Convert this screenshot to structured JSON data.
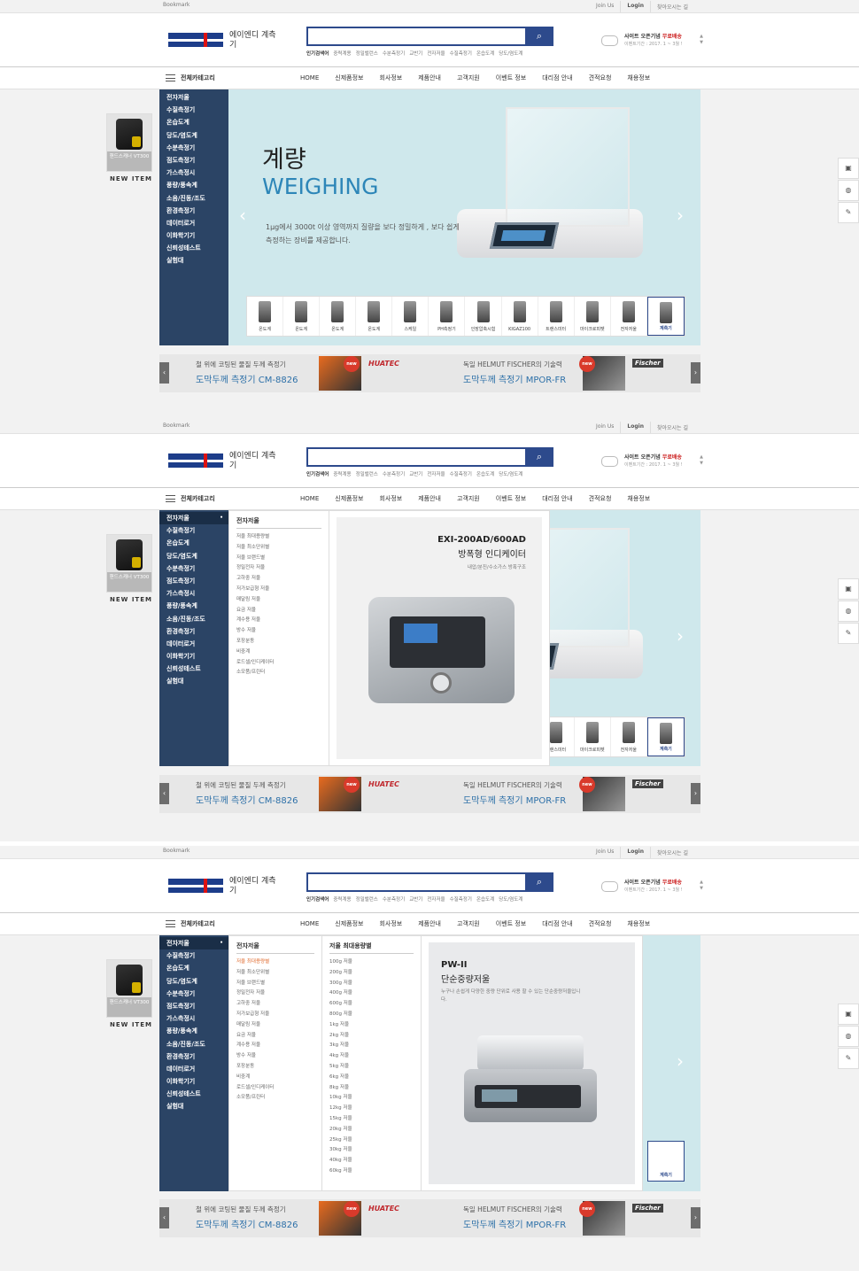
{
  "topbar": {
    "bookmark": "Bookmark",
    "links": [
      "Join Us",
      "Login",
      "찾아오시는 길"
    ]
  },
  "brand": {
    "name": "에이엔디 계측기"
  },
  "search": {
    "placeholder": "",
    "keywords_label": "인기검색어",
    "keywords": [
      "중력계용",
      "정밀밸런스",
      "수분측정기",
      "교반기",
      "전자저울",
      "수질측정기",
      "온습도계",
      "당도/염도계"
    ]
  },
  "event": {
    "title": "사이트 오픈기념",
    "highlight": "무료배송",
    "period": "이벤트기간 : 2017. 1 ~ 3월 !"
  },
  "nav": {
    "all_categories": "전체카테고리",
    "menu": [
      "HOME",
      "신제품정보",
      "회사정보",
      "제품안내",
      "고객지원",
      "이벤트 정보",
      "대리점 안내",
      "견적요청",
      "채용정보"
    ]
  },
  "sidebar": {
    "items": [
      "전자저울",
      "수질측정기",
      "온습도계",
      "당도/염도계",
      "수분측정기",
      "점도측정기",
      "가스측정시",
      "풍량/풍속계",
      "소음/진동/조도",
      "환경측정기",
      "데이터로거",
      "이화학기기",
      "신뢰성테스트",
      "실험대"
    ]
  },
  "promo": {
    "product": "핸드스캐너 VT300",
    "new_item": "NEW ITEM"
  },
  "hero": {
    "title_ko": "계량",
    "title_en": "WEIGHING",
    "desc": "1μg에서 3000t 이상 영역까지 질량을 보다 정밀하게 , 보다 쉽게 측정하는 장비를 제공합니다.",
    "thumbs": [
      "온도계",
      "온도계",
      "온도계",
      "온도계",
      "스케일",
      "PH측정기",
      "인장압축시험",
      "KIGAZ100",
      "트랜스미터",
      "마이크로피펫",
      "전자저울",
      "계측기"
    ]
  },
  "banners": [
    {
      "small": "철 위에 코팅된 물질 두께 측정기",
      "big": "도막두께 측정기 CM-8826",
      "brand": "HUATEC"
    },
    {
      "small": "독일 HELMUT FISCHER의 기술력",
      "big": "도막두께 측정기 MPOR-FR",
      "brand": "Fischer"
    }
  ],
  "mega1": {
    "title": "전자저울",
    "items": [
      "저울 최대용량별",
      "저울 최소단위별",
      "저울 브랜드별",
      "정밀전자 저울",
      "고하중 저울",
      "저가보급형 저울",
      "매달림 저울",
      "요금 저울",
      "계수용 저울",
      "방수 저울",
      "포장분동",
      "비중계",
      "로드셀/인디케이터",
      "소모품/프린터"
    ],
    "feature_title": "EXI-200AD/600AD",
    "feature_sub": "방폭형 인디케이터",
    "feature_note": "내압/분진/수소가스 방폭구조"
  },
  "mega2": {
    "sub_title": "저울 최대용량별",
    "sub_items": [
      "100g 저울",
      "200g 저울",
      "300g 저울",
      "400g 저울",
      "600g 저울",
      "800g 저울",
      "1kg 저울",
      "2kg 저울",
      "3kg 저울",
      "4kg 저울",
      "5kg 저울",
      "6kg 저울",
      "8kg 저울",
      "10kg 저울",
      "12kg 저울",
      "15kg 저울",
      "20kg 저울",
      "25kg 저울",
      "30kg 저울",
      "40kg 저울",
      "60kg 저울"
    ],
    "feature_title": "PW-II",
    "feature_sub": "단순중량저울",
    "feature_note": "누구나 손쉽게 다양한 중량 단위로 사용 할 수 있는 단순중량저울입니다."
  },
  "colors": {
    "navy": "#2b4465",
    "accent": "#2d4a8c",
    "hero_bg": "#cfe8ec",
    "highlight": "#c22222"
  }
}
